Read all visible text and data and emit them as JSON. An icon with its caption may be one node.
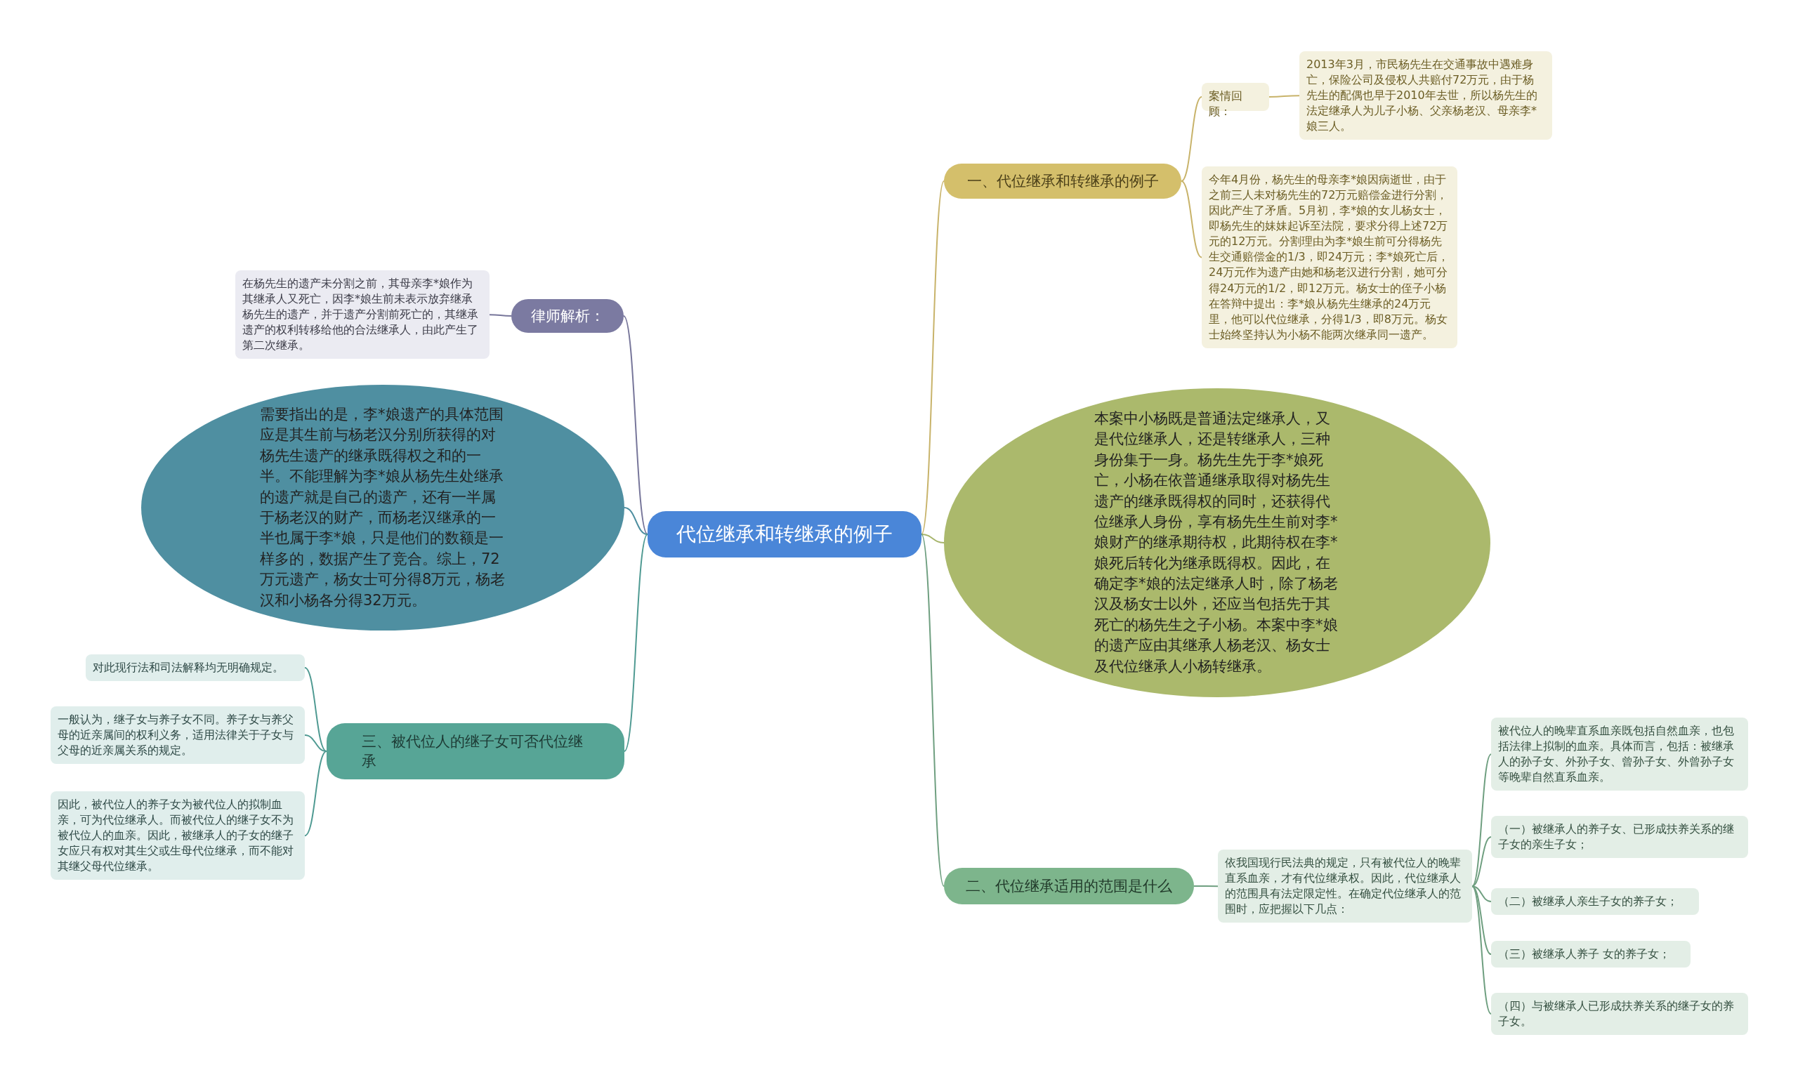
{
  "diagram": {
    "nodes": [
      {
        "text": [
          "代位继承和转继承的例子"
        ]
      },
      {
        "text": [
          "一、代位继承和转继承的例子"
        ]
      },
      {
        "text": [
          "案情回顾："
        ]
      },
      {
        "text": [
          "2013年3月，市民杨先生在交通事故中遇难身亡，保险公司及侵权人共赔付72万元，由于杨先生的配偶也早于2010年去世，所以杨先生的法定继承人为儿子小杨、父亲杨老汉、母亲李*娘三人。"
        ]
      },
      {
        "text": [
          "今年4月份，杨先生的母亲李*娘因病逝世，由于之前三人未对杨先生的72万元赔偿金进行分割，因此产生了矛盾。5月初，李*娘的女儿杨女士，即杨先生的妹妹起诉至法院，要求分得上述72万元的12万元。分割理由为李*娘生前可分得杨先生交通赔偿金的1/3，即24万元；李*娘死亡后，24万元作为遗产由她和杨老汉进行分割，她可分得24万元的1/2，即12万元。杨女士的侄子小杨在答辩中提出：李*娘从杨先生继承的24万元里，他可以代位继承，分得1/3，即8万元。杨女士始终坚持认为小杨不能两次继承同一遗产。"
        ]
      },
      {
        "text": [
          "律师解析："
        ]
      },
      {
        "text": [
          "在杨先生的遗产未分割之前，其母亲李*娘作为其继承人又死亡，因李*娘生前未表示放弃继承杨先生的遗产，并于遗产分割前死亡的，其继承遗产的权利转移给他的合法继承人，由此产生了第二次继承。"
        ]
      },
      {
        "text": [
          "需要指出的是，李*娘遗产的具体范围应是其生前与杨老汉分别所获得的对杨先生遗产的继承既得权之和的一半。不能理解为李*娘从杨先生处继承的遗产就是自己的遗产，还有一半属于杨老汉的财产，而杨老汉继承的一半也属于李*娘，只是他们的数额是一样多的，数据产生了竞合。综上，72万元遗产，杨女士可分得8万元，杨老汉和小杨各分得32万元。"
        ]
      },
      {
        "text": [
          "本案中小杨既是普通法定继承人，又是代位继承人，还是转继承人，三种身份集于一身。杨先生先于李*娘死亡，小杨在依普通继承取得对杨先生遗产的继承既得权的同时，还获得代位继承人身份，享有杨先生生前对李*娘财产的继承期待权，此期待权在李*娘死后转化为继承既得权。因此，在确定李*娘的法定继承人时，除了杨老汉及杨女士以外，还应当包括先于其死亡的杨先生之子小杨。本案中李*娘的遗产应由其继承人杨老汉、杨女士及代位继承人小杨转继承。"
        ]
      },
      {
        "text": [
          "二、代位继承适用的范围是什么"
        ]
      },
      {
        "text": [
          "依我国现行民法典的规定，只有被代位人的晚辈直系血亲，才有代位继承权。因此，代位继承人的范围具有法定限定性。在确定代位继承人的范围时，应把握以下几点："
        ]
      },
      {
        "text": [
          "被代位人的晚辈直系血亲既包括自然血亲，也包括法律上拟制的血亲。具体而言，包括：被继承人的孙子女、外孙子女、曾孙子女、外曾孙子女等晚辈自然直系血亲。"
        ]
      },
      {
        "text": [
          "（一）被继承人的养子女、已形成扶养关系的继子女的亲生子女；"
        ]
      },
      {
        "text": [
          "（二）被继承人亲生子女的养子女；"
        ]
      },
      {
        "text": [
          "（三）被继承人养子 女的养子女；"
        ]
      },
      {
        "text": [
          "（四）与被继承人已形成扶养关系的继子女的养子女。"
        ]
      },
      {
        "text": [
          "三、被代位人的继子女可否代位继承"
        ]
      },
      {
        "text": [
          "对此现行法和司法解释均无明确规定。"
        ]
      },
      {
        "text": [
          "一般认为，继子女与养子女不同。养子女与养父母的近亲属间的权利义务，适用法律关于子女与父母的近亲属关系的规定。"
        ]
      },
      {
        "text": [
          "因此，被代位人的养子女为被代位人的拟制血亲，可为代位继承人。而被代位人的继子女不为被代位人的血亲。因此，被继承人的子女的继子女应只有权对其生父或生母代位继承，而不能对其继父母代位继承。"
        ]
      }
    ],
    "edges": [
      {
        "from": 0,
        "to": 1,
        "arrow": "none",
        "color": "#c8b36a"
      },
      {
        "from": 1,
        "to": 2,
        "arrow": "none",
        "color": "#c8b36a"
      },
      {
        "from": 2,
        "to": 3,
        "arrow": "none",
        "color": "#c8b36a"
      },
      {
        "from": 1,
        "to": 4,
        "arrow": "none",
        "color": "#c8b36a"
      },
      {
        "from": 0,
        "to": 5,
        "arrow": "none",
        "color": "#77769a"
      },
      {
        "from": 5,
        "to": 6,
        "arrow": "none",
        "color": "#77769a"
      },
      {
        "from": 0,
        "to": 7,
        "arrow": "none",
        "color": "#4e8fa0"
      },
      {
        "from": 0,
        "to": 8,
        "arrow": "none",
        "color": "#a6b46a"
      },
      {
        "from": 0,
        "to": 9,
        "arrow": "none",
        "color": "#6f9f80"
      },
      {
        "from": 9,
        "to": 10,
        "arrow": "none",
        "color": "#6f9f80"
      },
      {
        "from": 10,
        "to": 11,
        "arrow": "none",
        "color": "#6f9f80"
      },
      {
        "from": 10,
        "to": 12,
        "arrow": "none",
        "color": "#6f9f80"
      },
      {
        "from": 10,
        "to": 13,
        "arrow": "none",
        "color": "#6f9f80"
      },
      {
        "from": 10,
        "to": 14,
        "arrow": "none",
        "color": "#6f9f80"
      },
      {
        "from": 10,
        "to": 15,
        "arrow": "none",
        "color": "#6f9f80"
      },
      {
        "from": 0,
        "to": 16,
        "arrow": "none",
        "color": "#4f9a92"
      },
      {
        "from": 16,
        "to": 17,
        "arrow": "none",
        "color": "#4f9a92"
      },
      {
        "from": 16,
        "to": 18,
        "arrow": "none",
        "color": "#4f9a92"
      },
      {
        "from": 16,
        "to": 19,
        "arrow": "none",
        "color": "#4f9a92"
      }
    ]
  }
}
